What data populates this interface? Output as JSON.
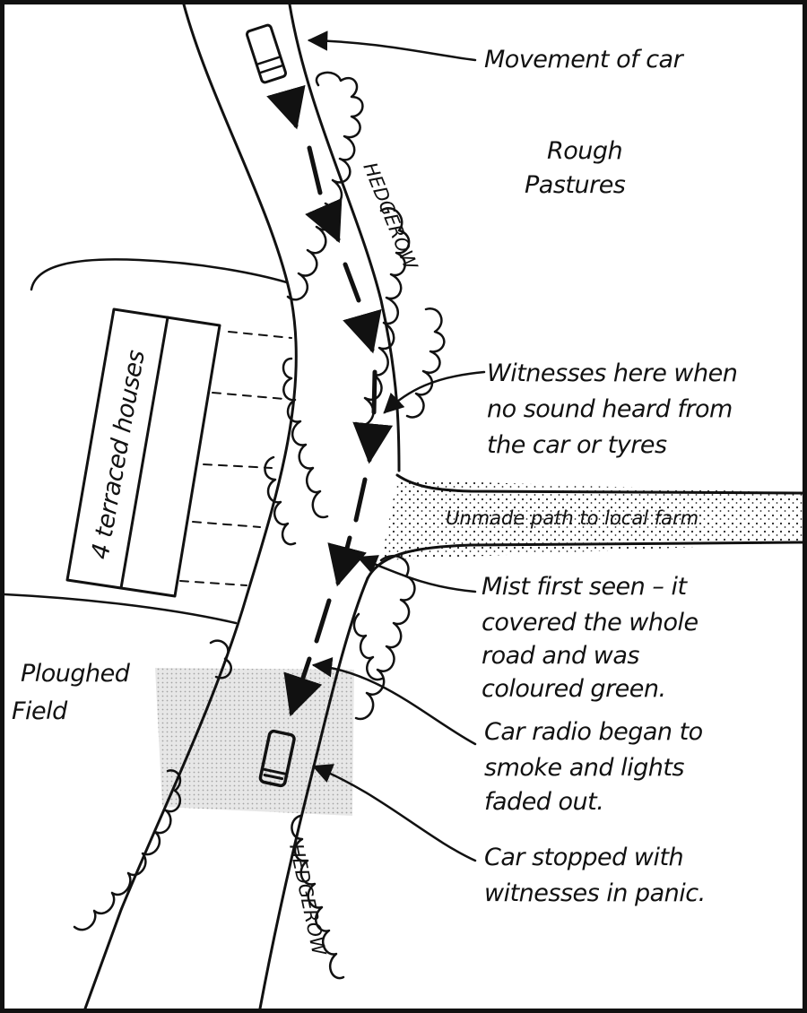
{
  "diagram": {
    "labels": {
      "movement_of_car": "Movement of car",
      "rough_pastures_line1": "Rough",
      "rough_pastures_line2": "Pastures",
      "hedgerow_upper": "HEDGEROW",
      "hedgerow_lower": "HEDGEROW",
      "terraced_houses": "4 terraced houses",
      "unmade_path": "Unmade path to local farm",
      "ploughed_field_line1": "Ploughed",
      "ploughed_field_line2": "Field"
    },
    "annotations": {
      "witnesses": [
        "Witnesses here when",
        "no sound heard from",
        "the car or tyres"
      ],
      "mist": [
        "Mist first seen – it",
        "covered the whole",
        "road and was",
        "coloured green."
      ],
      "radio": [
        "Car radio began to",
        "smoke and lights",
        "faded out."
      ],
      "stopped": [
        "Car stopped with",
        "witnesses in panic."
      ]
    },
    "colors": {
      "ink": "#111111",
      "mist": "#d9d9d9",
      "paper": "#ffffff"
    },
    "icons": [
      "car-icon",
      "arrow-icon"
    ]
  }
}
